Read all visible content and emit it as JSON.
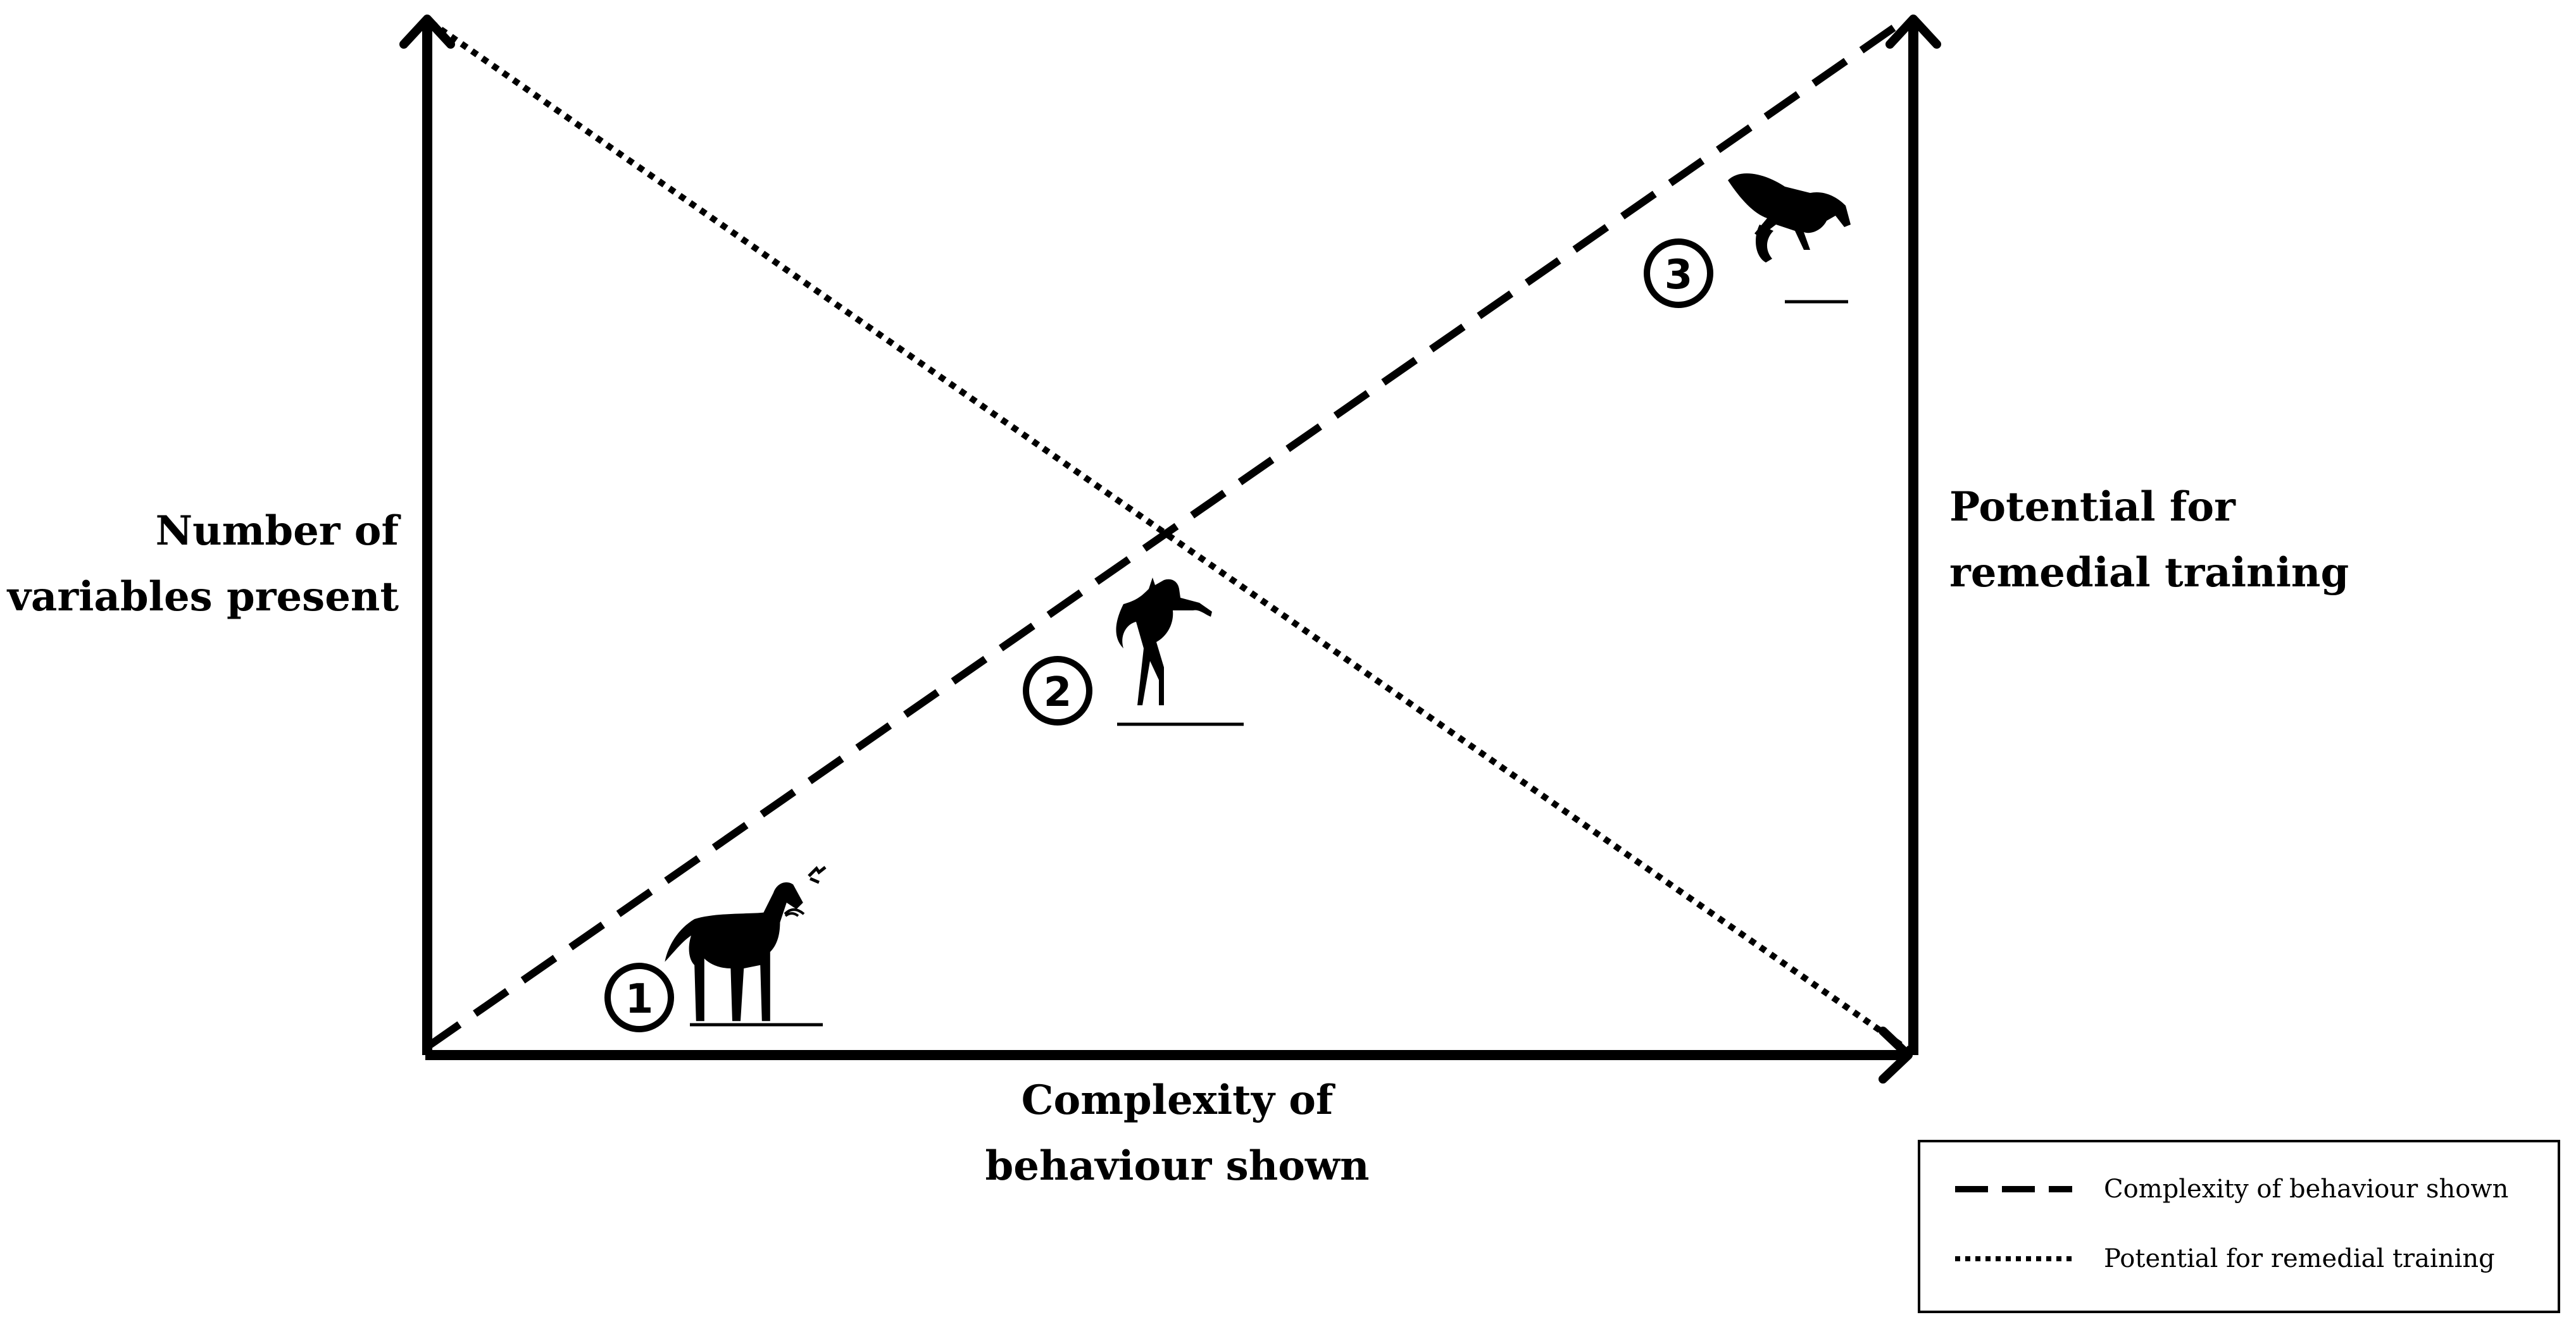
{
  "axes": {
    "left_label": [
      "Number of",
      "variables present"
    ],
    "right_label": [
      "Potential for",
      "remedial training"
    ],
    "bottom_label": [
      "Complexity of",
      "behaviour shown"
    ]
  },
  "markers": [
    {
      "number": "1",
      "icon": "horse-swatting-fly-icon"
    },
    {
      "number": "2",
      "icon": "rearing-horse-icon"
    },
    {
      "number": "3",
      "icon": "bucking-horse-falling-rider-icon"
    }
  ],
  "legend": {
    "items": [
      {
        "label": "Complexity of behaviour shown",
        "style": "dashed"
      },
      {
        "label": "Potential for remedial training",
        "style": "dotted"
      }
    ]
  },
  "colors": {
    "ink": "#000000",
    "background": "#ffffff"
  }
}
